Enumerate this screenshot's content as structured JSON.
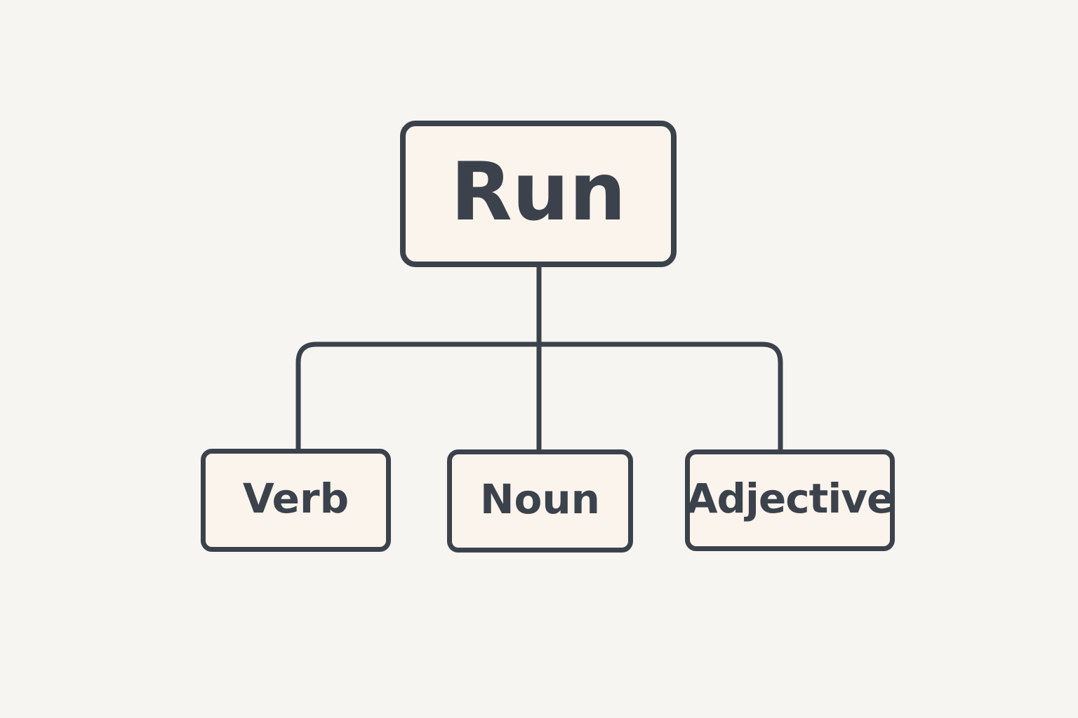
{
  "diagram": {
    "type": "tree",
    "root": {
      "label": "Run"
    },
    "children": [
      {
        "label": "Verb"
      },
      {
        "label": "Noun"
      },
      {
        "label": "Adjective"
      }
    ],
    "colors": {
      "background": "#f7f5f1",
      "node_fill": "#fbf4ec",
      "node_border": "#3b424c",
      "connector": "#3b424c",
      "text": "#3b424c"
    }
  }
}
